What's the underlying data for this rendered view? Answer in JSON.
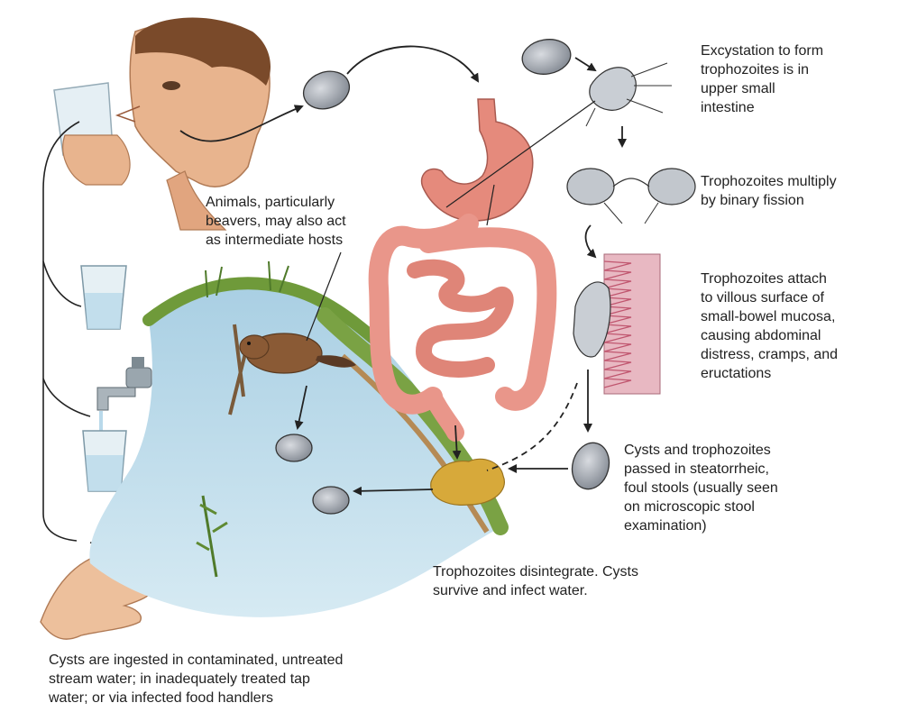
{
  "labels": {
    "excystation": "Excystation to form\ntrophozoites is in\nupper small\nintestine",
    "multiply": "Trophozoites multiply\nby binary fission",
    "attach": "Trophozoites attach\nto villous surface of\nsmall-bowel mucosa,\ncausing abdominal\ndistress, cramps, and\neructations",
    "animals": "Animals, particularly\nbeavers, may also act\nas intermediate hosts",
    "cysts_passed": "Cysts and trophozoites\npassed in steatorrheic,\nfoul stools (usually seen\non microscopic stool\nexamination)",
    "disintegrate": "Trophozoites disintegrate. Cysts\nsurvive and infect water.",
    "ingested": "Cysts are ingested in contaminated, untreated\nstream water; in inadequately treated tap\nwater; or via infected food handlers"
  },
  "colors": {
    "skin": "#e8b48e",
    "hair": "#7a4a2a",
    "water": "#b9d9ea",
    "grass": "#6f9a3a",
    "intestine": "#e9968a",
    "stomach": "#e58a7c",
    "mucosa": "#d98aa0",
    "cyst": "#9aa0a8",
    "stool": "#d7a93a",
    "beaver": "#8a5a35",
    "arrow": "#222222"
  }
}
